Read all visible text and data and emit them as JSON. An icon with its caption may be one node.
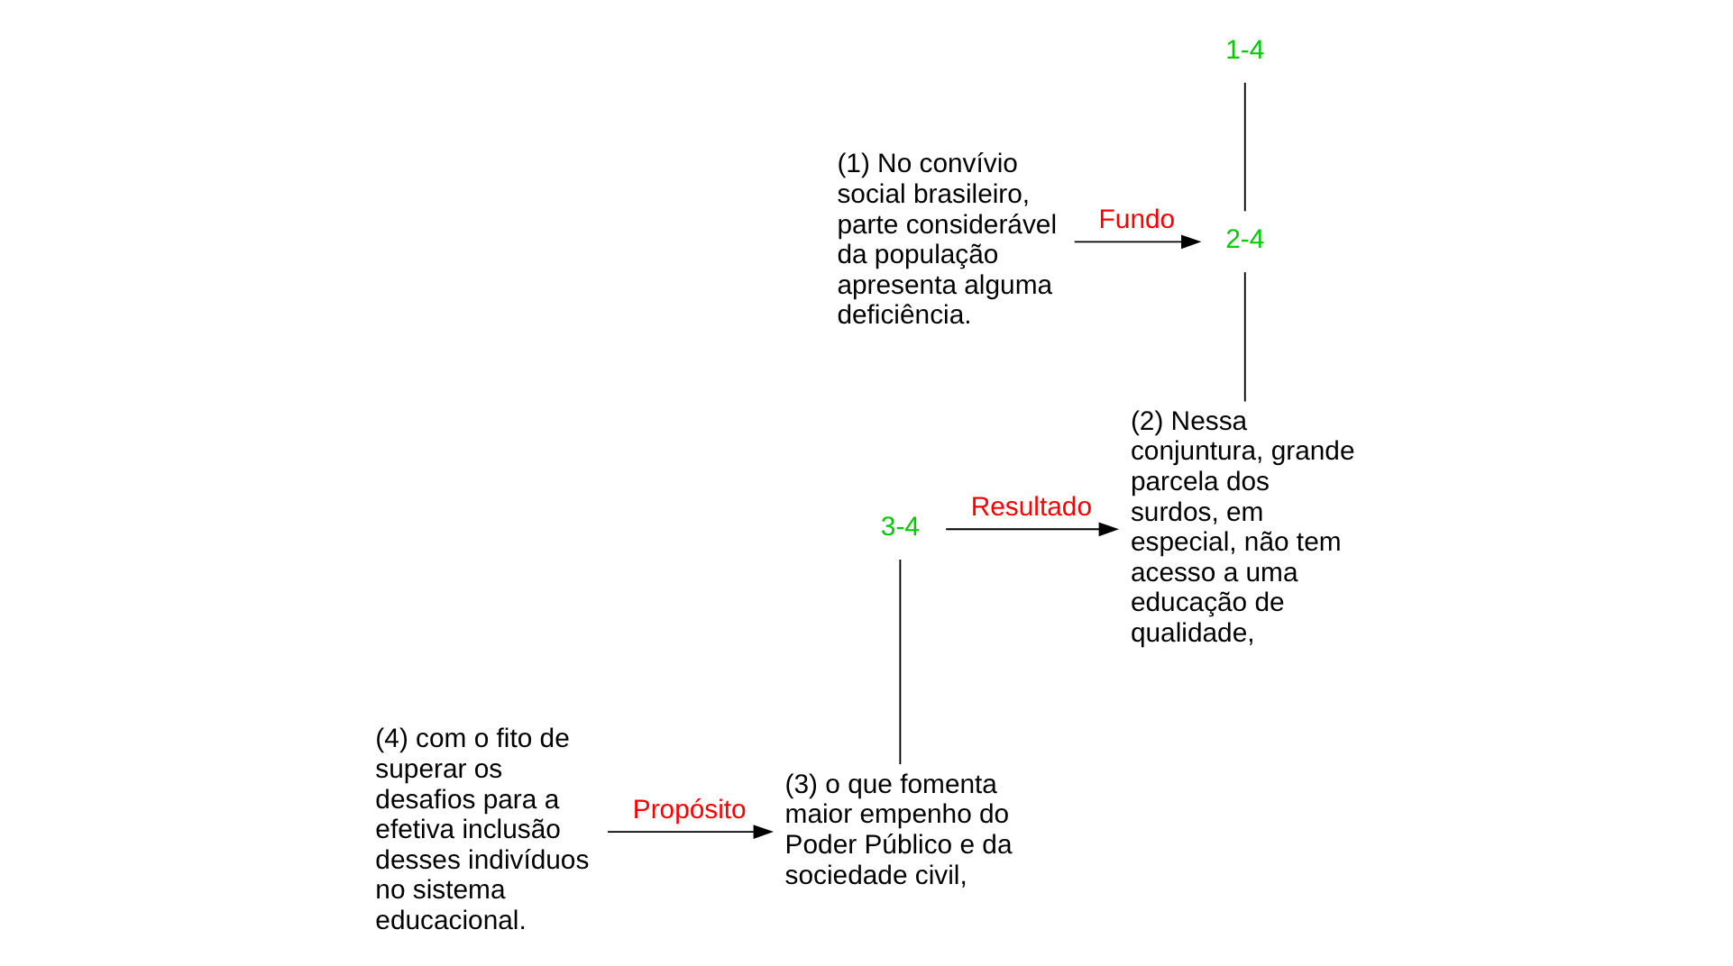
{
  "diagram": {
    "nodes": [
      {
        "text": [
          "1-4"
        ]
      },
      {
        "text": [
          "(1) No convívio social brasileiro, parte considerável da população apresenta alguma deficiência."
        ]
      },
      {
        "text": [
          "2-4"
        ]
      },
      {
        "text": [
          "(2) Nessa conjuntura, grande parcela dos surdos, em especial, não tem acesso a uma educação de qualidade,"
        ]
      },
      {
        "text": [
          "3-4"
        ]
      },
      {
        "text": [
          "(3) o que fomenta maior empenho do Poder Público e da sociedade civil,"
        ]
      },
      {
        "text": [
          "(4) com o fito de superar os desafios para a efetiva inclusão desses indivíduos no sistema educacional."
        ]
      }
    ],
    "edges": [
      {
        "from": 0,
        "to": 2,
        "arrow": "none"
      },
      {
        "from": 1,
        "to": 2,
        "arrow": "to",
        "label": "Fundo"
      },
      {
        "from": 2,
        "to": 3,
        "arrow": "none"
      },
      {
        "from": 4,
        "to": 3,
        "arrow": "to",
        "label": "Resultado"
      },
      {
        "from": 4,
        "to": 5,
        "arrow": "none"
      },
      {
        "from": 6,
        "to": 5,
        "arrow": "to",
        "label": "Propósito"
      }
    ]
  }
}
